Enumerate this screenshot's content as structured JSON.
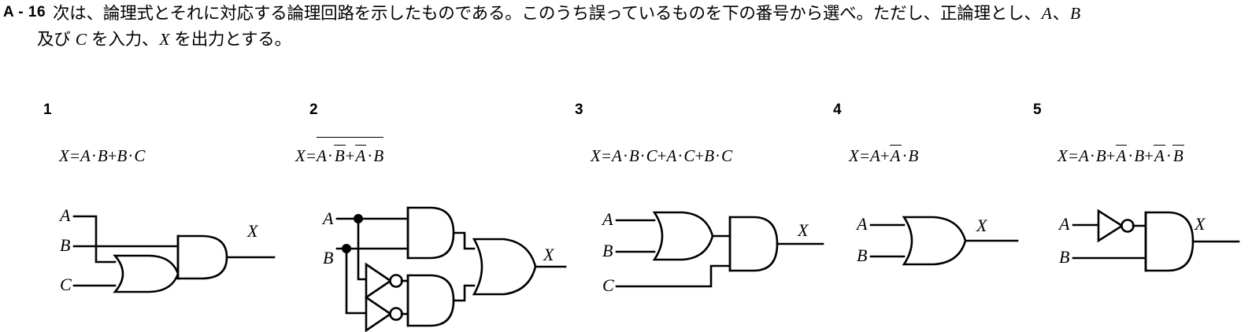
{
  "header": {
    "question_number": "A - 16",
    "line1": "次は、論理式とそれに対応する論理回路を示したものである。このうち誤っているものを下の番号から選べ。ただし、正論理とし、",
    "line1_var_a": "A",
    "line1_sep1": "、",
    "line1_var_b": "B",
    "line2_prefix": "及び ",
    "line2_var_c": "C",
    "line2_mid": " を入力、",
    "line2_var_x": "X",
    "line2_suffix": " を出力とする。"
  },
  "options": [
    {
      "number": "1",
      "formula_plain": "X=A·B+B·C",
      "formula_parts": {
        "lhs": "X=",
        "t1": "A",
        "d1": "·",
        "t2": "B",
        "plus1": "+",
        "t3": "B",
        "d2": "·",
        "t4": "C"
      },
      "circuit": {
        "inputs": [
          "A",
          "B",
          "C"
        ],
        "output": "X",
        "gates": [
          "OR",
          "AND"
        ],
        "description": "A and C into OR gate; OR output and B into AND gate; AND output is X"
      }
    },
    {
      "number": "2",
      "formula_plain": "X=overline(A·overline(B)+overline(A)·B)",
      "formula_parts": {
        "lhs": "X=",
        "t1": "A",
        "d1": "·",
        "t2_bar": "B",
        "plus1": "+",
        "t3_bar": "A",
        "d2": "·",
        "t4": "B"
      },
      "circuit": {
        "inputs": [
          "A",
          "B"
        ],
        "output": "X",
        "gates": [
          "AND",
          "NOT",
          "NOT",
          "AND",
          "OR"
        ],
        "description": "A and B into top AND gate; A inverted and B inverted feed bottom AND gate; both AND outputs into OR gate; OR output is X"
      }
    },
    {
      "number": "3",
      "formula_plain": "X=A·B·C+A·C+B·C",
      "formula_parts": {
        "lhs": "X=",
        "t1": "A",
        "d1": "·",
        "t2": "B",
        "d2": "·",
        "t3": "C",
        "plus1": "+",
        "t4": "A",
        "d3": "·",
        "t5": "C",
        "plus2": "+",
        "t6": "B",
        "d4": "·",
        "t7": "C"
      },
      "circuit": {
        "inputs": [
          "A",
          "B",
          "C"
        ],
        "output": "X",
        "gates": [
          "OR",
          "AND"
        ],
        "description": "A and B into OR gate; OR output and C into AND gate; AND output is X"
      }
    },
    {
      "number": "4",
      "formula_plain": "X=A+overline(A)·B",
      "formula_parts": {
        "lhs": "X=",
        "t1": "A",
        "plus1": "+",
        "t2_bar": "A",
        "d1": "·",
        "t3": "B"
      },
      "circuit": {
        "inputs": [
          "A",
          "B"
        ],
        "output": "X",
        "gates": [
          "OR"
        ],
        "description": "A and B into OR gate; OR output is X"
      }
    },
    {
      "number": "5",
      "formula_plain": "X=A·B+overline(A)·B+overline(A)·overline(B)",
      "formula_parts": {
        "lhs": "X=",
        "t1": "A",
        "d1": "·",
        "t2": "B",
        "plus1": "+",
        "t3_bar": "A",
        "d2": "·",
        "t4": "B",
        "plus2": "+",
        "t5_bar": "A",
        "d3": "·",
        "t6_bar": "B"
      },
      "circuit": {
        "inputs": [
          "A",
          "B"
        ],
        "output": "X",
        "gates": [
          "NOT",
          "AND"
        ],
        "description": "A through inverter into AND gate with B; AND output is X"
      }
    }
  ],
  "colors": {
    "ink": "#000000",
    "paper": "#ffffff"
  }
}
